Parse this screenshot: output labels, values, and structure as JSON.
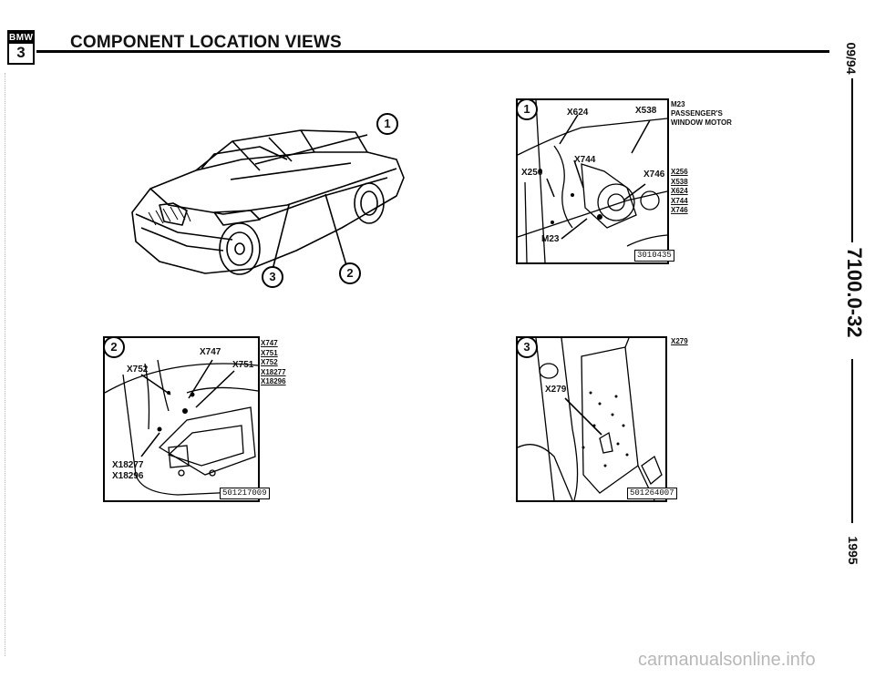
{
  "header": {
    "logo_brand": "BMW",
    "logo_series": "3",
    "title": "COMPONENT LOCATION VIEWS"
  },
  "sidebar": {
    "date": "09/94",
    "manual_code": "7100.0-32",
    "year": "1995"
  },
  "overview": {
    "callouts": [
      "1",
      "3",
      "2"
    ]
  },
  "view1": {
    "callout": "1",
    "labels": [
      "X624",
      "X538",
      "X744",
      "X256",
      "X746",
      "M23"
    ],
    "photo_id": "3010435",
    "description": "M23\nPASSENGER'S\nWINDOW MOTOR",
    "legend": [
      "X256",
      "X538",
      "X624",
      "X744",
      "X746"
    ]
  },
  "view2": {
    "callout": "2",
    "labels": [
      "X747",
      "X752",
      "X751",
      "X18277",
      "X18296"
    ],
    "photo_id": "501217009",
    "legend": [
      "X747",
      "X751",
      "X752",
      "X18277",
      "X18296"
    ]
  },
  "view3": {
    "callout": "3",
    "labels": [
      "X279"
    ],
    "photo_id": "501264007",
    "legend": [
      "X279"
    ]
  },
  "footer": {
    "watermark": "carmanualsonline.info"
  }
}
